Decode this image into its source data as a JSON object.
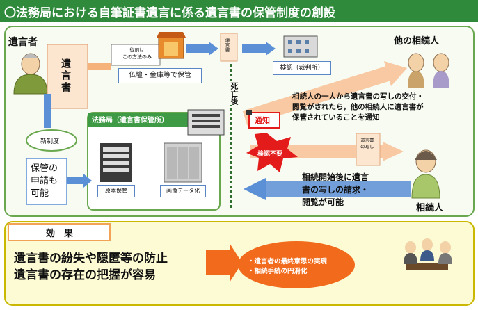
{
  "title": "〇法務局における自筆証書遺言に係る遺言書の保管制度の創設",
  "testator": {
    "label": "遺言者",
    "will_label": "遺言書",
    "current_method_note_line1": "従前は",
    "current_method_note_line2": "この方法のみ",
    "altar_storage": "仏壇・金庫等で保管",
    "court_verification": "検認（裁判所）"
  },
  "death_label": "死亡後",
  "new_system": {
    "label": "新制度",
    "application_line1": "保管の",
    "application_line2": "申請も",
    "application_line3": "可能"
  },
  "legal_affairs_bureau": {
    "title": "法務局（遺言書保管所）",
    "original_storage": "原本保管",
    "image_data": "画像データ化"
  },
  "notification": {
    "label": "通知",
    "text_line1": "相続人の一人から遺言書の写しの交付・",
    "text_line2": "閲覧がされたら，他の相続人に遺言書が",
    "text_line3": "保管されていることを通知"
  },
  "no_verification": "検認不要",
  "will_copy_line1": "遺言書",
  "will_copy_line2": "の写し",
  "request": {
    "line1": "相続開始後に遺言",
    "line2": "書の写しの請求・",
    "line3": "閲覧が可能"
  },
  "other_heirs_label": "他の相続人",
  "heir_label": "相続人",
  "effect": {
    "tab_label": "効　果",
    "main_line1": "遺言書の紛失や隠匿等の防止",
    "main_line2": "遺言書の存在の把握が容易",
    "result_line1": "・遺言者の最終意思の実現",
    "result_line2": "・相続手続の円滑化"
  },
  "colors": {
    "title_green": "#2f8a3c",
    "arrow_blue": "#5b8fd6",
    "arrow_orange": "#f5b27a",
    "notice_red": "#e31b1b",
    "result_orange": "#f26a1b"
  }
}
